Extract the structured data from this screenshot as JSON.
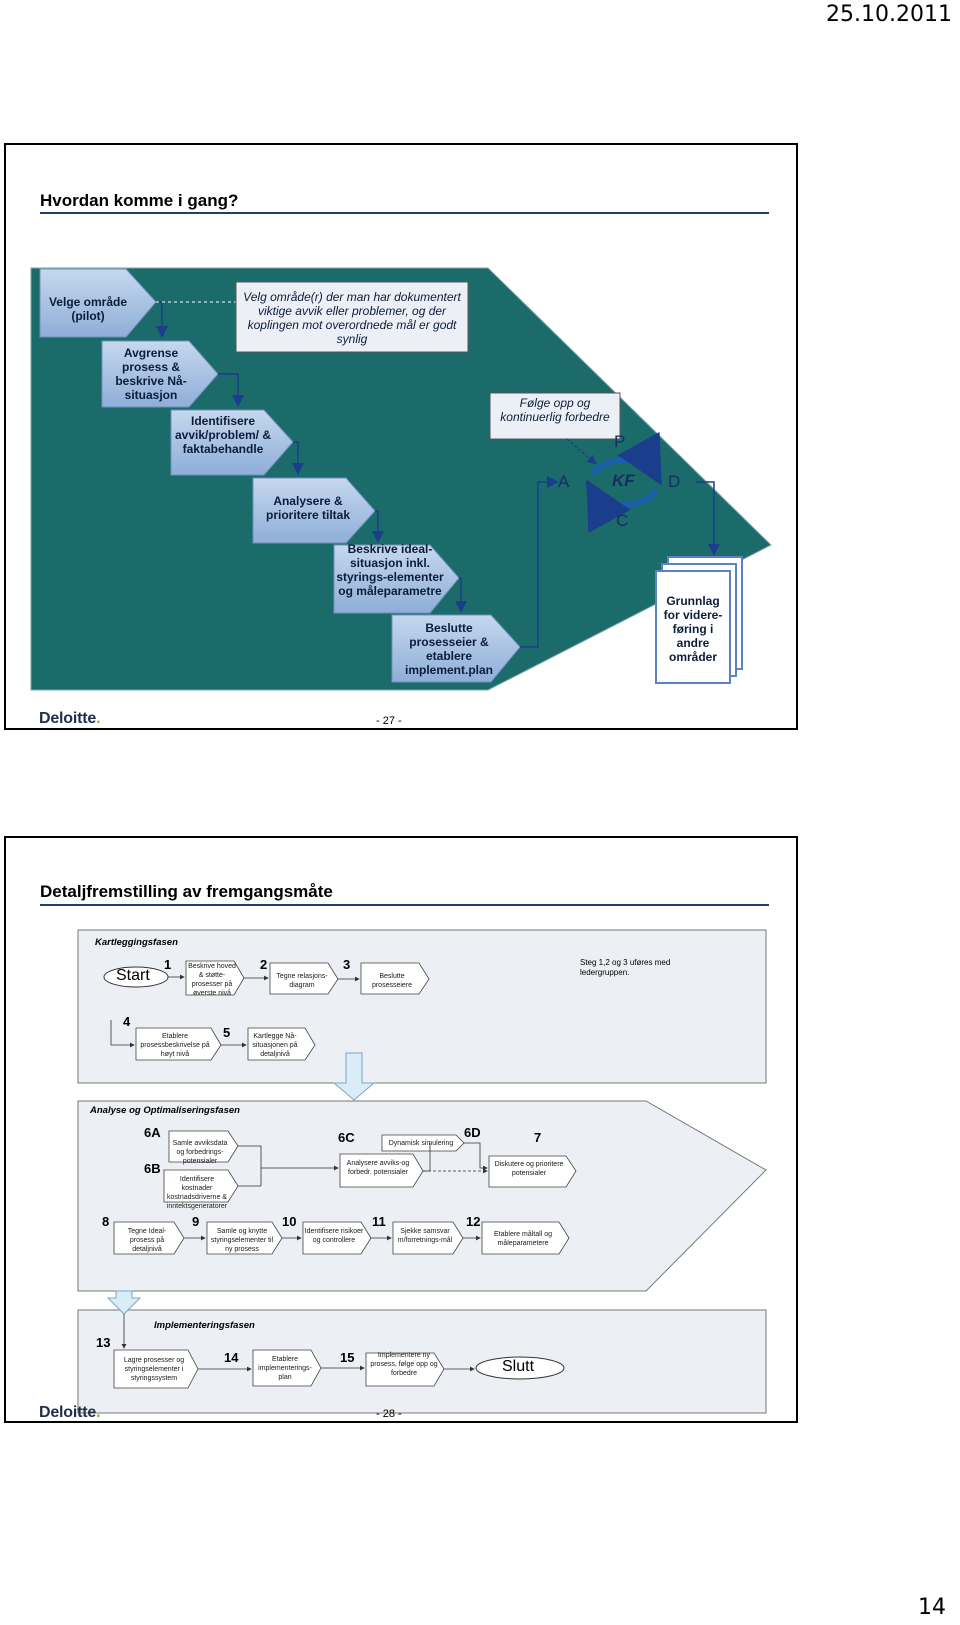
{
  "header": {
    "date": "25.10.2011"
  },
  "footer": {
    "page_number": "14"
  },
  "slide1": {
    "title": "Hvordan komme i gang?",
    "steps": [
      "Velge område (pilot)",
      "Avgrense prosess & beskrive Nå-situasjon",
      "Identifisere avvik/problem/ & faktabehandle",
      "Analysere & prioritere tiltak",
      "Beskrive ideal-situasjon inkl. styrings-elementer og måleparametre",
      "Beslutte prosesseier & etablere implement.plan"
    ],
    "note_box": "Velg område(r) der man har dokumentert viktige avvik eller problemer, og der koplingen mot overordnede mål er godt synlig",
    "follow_box": "Følge opp og kontinuerlig forbedre",
    "cycle": {
      "p": "P",
      "a": "A",
      "center": "KF",
      "d": "D",
      "c": "C"
    },
    "result": "Grunnlag for videre-føring i andre områder",
    "logo": "Deloitte",
    "slide_number": "- 27 -"
  },
  "slide2": {
    "title": "Detaljfremstilling av fremgangsmåte",
    "phase1": {
      "label": "Kartleggingsfasen",
      "start": "Start",
      "note": "Steg 1,2 og 3 uføres med ledergruppen.",
      "steps": [
        {
          "num": "1",
          "text": "Beskrive hoved & støtte-prosesser på øverste nivå"
        },
        {
          "num": "2",
          "text": "Tegne relasjons-diagram"
        },
        {
          "num": "3",
          "text": "Beslutte prosesseiere"
        },
        {
          "num": "4",
          "text": "Etablere prosessbeskrivelse på høyt nivå"
        },
        {
          "num": "5",
          "text": "Kartlegge Nå-situasjonen på detaljnivå"
        }
      ]
    },
    "phase2": {
      "label": "Analyse og Optimaliseringsfasen",
      "steps": [
        {
          "num": "6A",
          "text": "Samle avviksdata og forbedrings-potensialer"
        },
        {
          "num": "6B",
          "text": "Identifisere kostnader kostnadsdriverne & inntektsgeneratorer"
        },
        {
          "num": "6C",
          "text": "Analysere avviks-og forbedr. potensialer"
        },
        {
          "num": "",
          "text": "Dynamisk simulering"
        },
        {
          "num": "6D",
          "text": ""
        },
        {
          "num": "7",
          "text": "Diskutere og prioritere potensialer"
        },
        {
          "num": "8",
          "text": "Tegne Ideal-prosess på detaljnivå"
        },
        {
          "num": "9",
          "text": "Samle og knytte styringselementer til ny prosess"
        },
        {
          "num": "10",
          "text": "Identifisere risikoer og controllere"
        },
        {
          "num": "11",
          "text": "Sjekke samsvar m/forretnings-mål"
        },
        {
          "num": "12",
          "text": "Etablere måltall og måleparametere"
        }
      ]
    },
    "phase3": {
      "label": "Implementeringsfasen",
      "end": "Slutt",
      "steps": [
        {
          "num": "13",
          "text": "Lagre prosesser og styringselementer i styringssystem"
        },
        {
          "num": "14",
          "text": "Etablere implementerings-plan"
        },
        {
          "num": "15",
          "text": "Implementere ny prosess, følge opp og forbedre"
        }
      ]
    },
    "logo": "Deloitte",
    "slide_number": "- 28 -"
  },
  "colors": {
    "teal": "#1c6b6b",
    "step_blue": "#a9c3e4",
    "navy_rule": "#1f3f6e",
    "phase_gray": "#e9ecf0"
  }
}
